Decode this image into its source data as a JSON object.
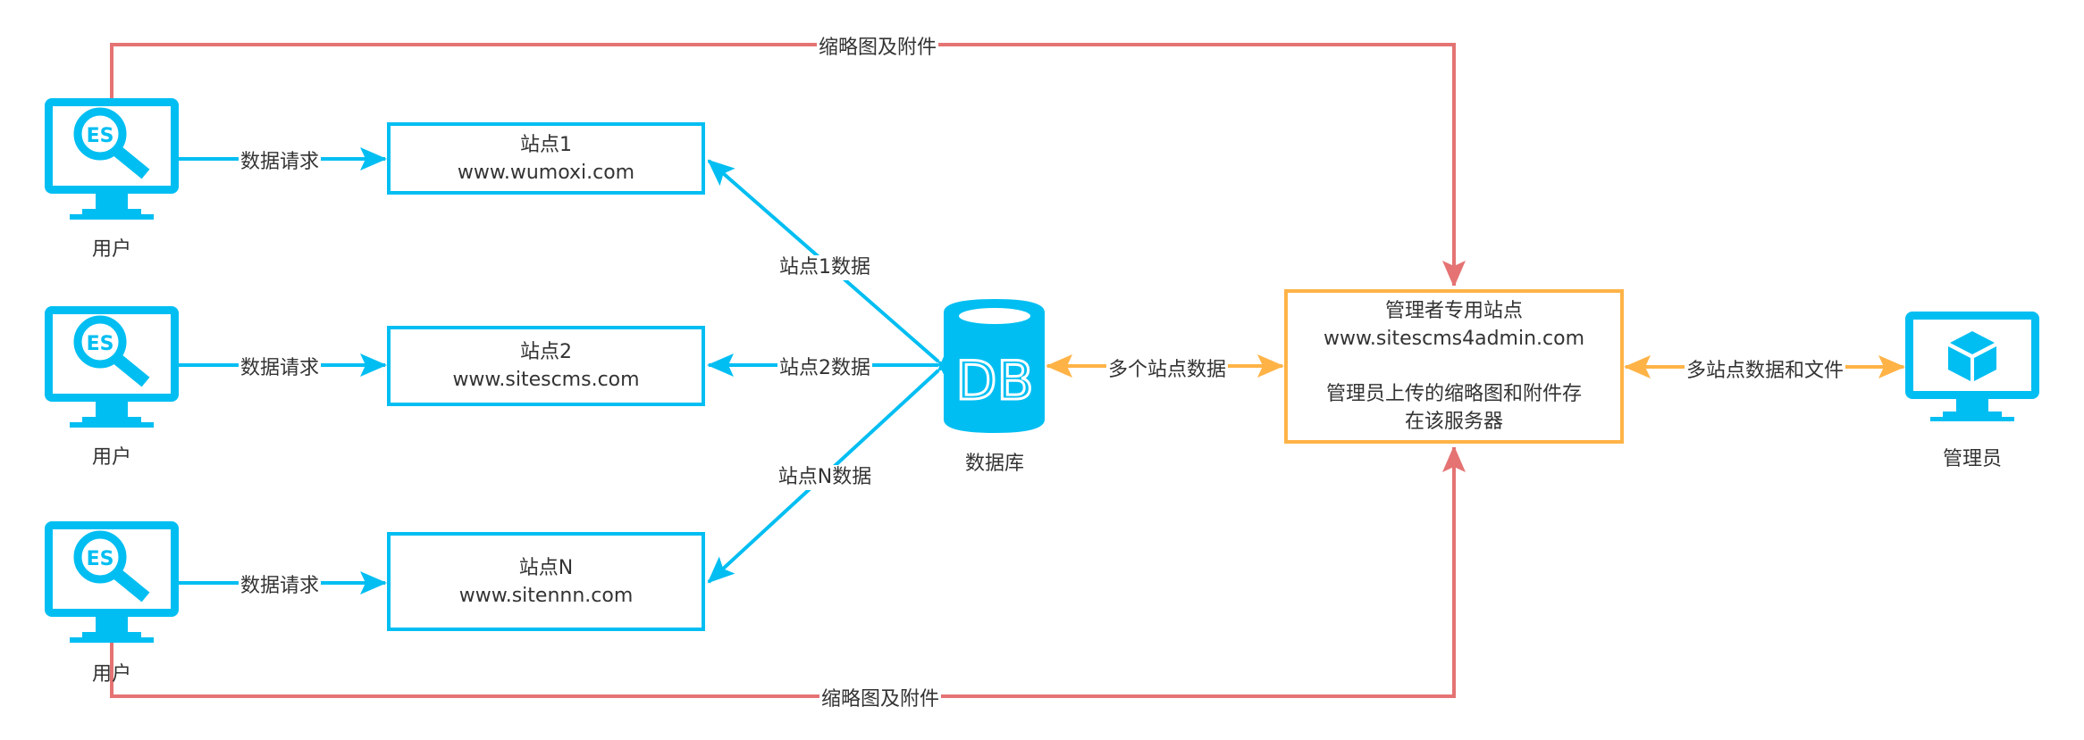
{
  "colors": {
    "site_blue": "#00BEF2",
    "admin_orange": "#FFB347",
    "attachment_red": "#E57373",
    "text": "#333333"
  },
  "users": [
    {
      "label": "用户",
      "icon": "monitor-es-search-icon"
    },
    {
      "label": "用户",
      "icon": "monitor-es-search-icon"
    },
    {
      "label": "用户",
      "icon": "monitor-es-search-icon"
    }
  ],
  "request_edges": [
    {
      "label": "数据请求"
    },
    {
      "label": "数据请求"
    },
    {
      "label": "数据请求"
    }
  ],
  "sites": [
    {
      "title": "站点1",
      "url": "www.wumoxi.com"
    },
    {
      "title": "站点2",
      "url": "www.sitescms.com"
    },
    {
      "title": "站点N",
      "url": "www.sitennn.com"
    }
  ],
  "site_data_edges": [
    {
      "label": "站点1数据"
    },
    {
      "label": "站点2数据"
    },
    {
      "label": "站点N数据"
    }
  ],
  "database": {
    "icon_text": "DB",
    "label": "数据库",
    "icon": "database-cylinder-icon"
  },
  "db_admin_edge": {
    "label": "多个站点数据"
  },
  "admin_site": {
    "title": "管理者专用站点",
    "url": "www.sitescms4admin.com",
    "note_line1": "管理员上传的缩略图和附件存",
    "note_line2": "在该服务器"
  },
  "admin_edge": {
    "label": "多站点数据和文件"
  },
  "admin": {
    "label": "管理员",
    "icon": "monitor-cube-icon"
  },
  "attachment_edges": [
    {
      "label": "缩略图及附件"
    },
    {
      "label": "缩略图及附件"
    }
  ]
}
